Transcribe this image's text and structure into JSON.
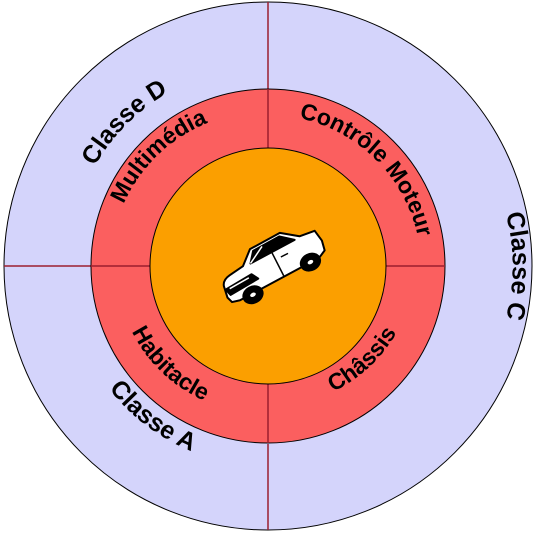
{
  "colors": {
    "outer_ring": "#d4d4fb",
    "middle_ring": "#fb5f5f",
    "core": "#fb9f00",
    "divider": "#9b1f2f",
    "outline": "#000000"
  },
  "core": {
    "icon": "car-icon"
  },
  "middle_ring": {
    "labels": {
      "top_left": "Multimédia",
      "top_right": "Contrôle Moteur",
      "bottom_right": "Châssis",
      "bottom_left": "Habitacle"
    }
  },
  "outer_ring": {
    "labels": {
      "top_left": "Classe D",
      "right": "Classe C",
      "bottom_left": "Classe A"
    }
  }
}
